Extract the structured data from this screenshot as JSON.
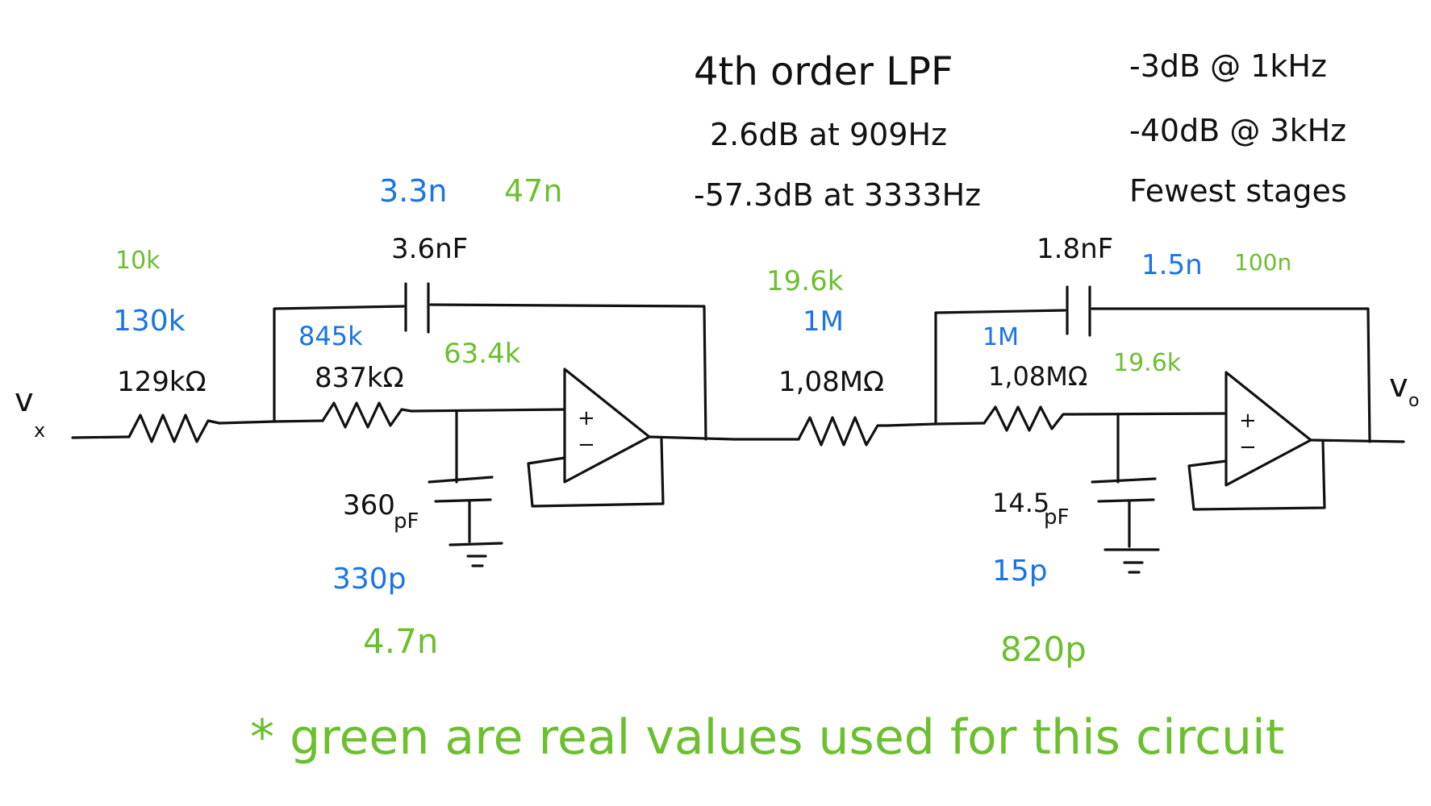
{
  "notes": {
    "title": "4th order LPF",
    "spec_pass": "-3dB @ 1kHz",
    "measured_pass": "2.6dB at 909Hz",
    "spec_stop": "-40dB @ 3kHz",
    "measured_stop": "-57.3dB at 3333Hz",
    "design_goal": "Fewest stages"
  },
  "nodes": {
    "input": "v",
    "input_sub": "x",
    "output": "v",
    "output_sub": "o"
  },
  "stage1": {
    "r_in": {
      "calc": "129kΩ",
      "blue": "130k",
      "green": "10k"
    },
    "r_mid": {
      "calc": "837kΩ",
      "blue": "845k",
      "green": "63.4k"
    },
    "c_fb": {
      "calc": "3.6nF",
      "blue": "3.3n",
      "green": "47n"
    },
    "c_gnd": {
      "calc": "360",
      "calc_unit": "pF",
      "blue": "330p",
      "green": "4.7n"
    },
    "opamp": {
      "plus": "+",
      "minus": "−"
    }
  },
  "stage2": {
    "r_in": {
      "calc": "1,08MΩ",
      "blue": "1M",
      "green": "19.6k"
    },
    "r_mid": {
      "calc": "1,08MΩ",
      "blue": "1M",
      "green": "19.6k"
    },
    "c_fb": {
      "calc": "1.8nF",
      "blue": "1.5n",
      "green": "100n"
    },
    "c_gnd": {
      "calc": "14.5",
      "calc_unit": "pF",
      "blue": "15p",
      "green": "820p"
    },
    "opamp": {
      "plus": "+",
      "minus": "−"
    }
  },
  "footnote": "* green are real values used for this circuit",
  "colors": {
    "ink": "#111111",
    "blue": "#1a73e8",
    "green": "#6cbf2d"
  }
}
